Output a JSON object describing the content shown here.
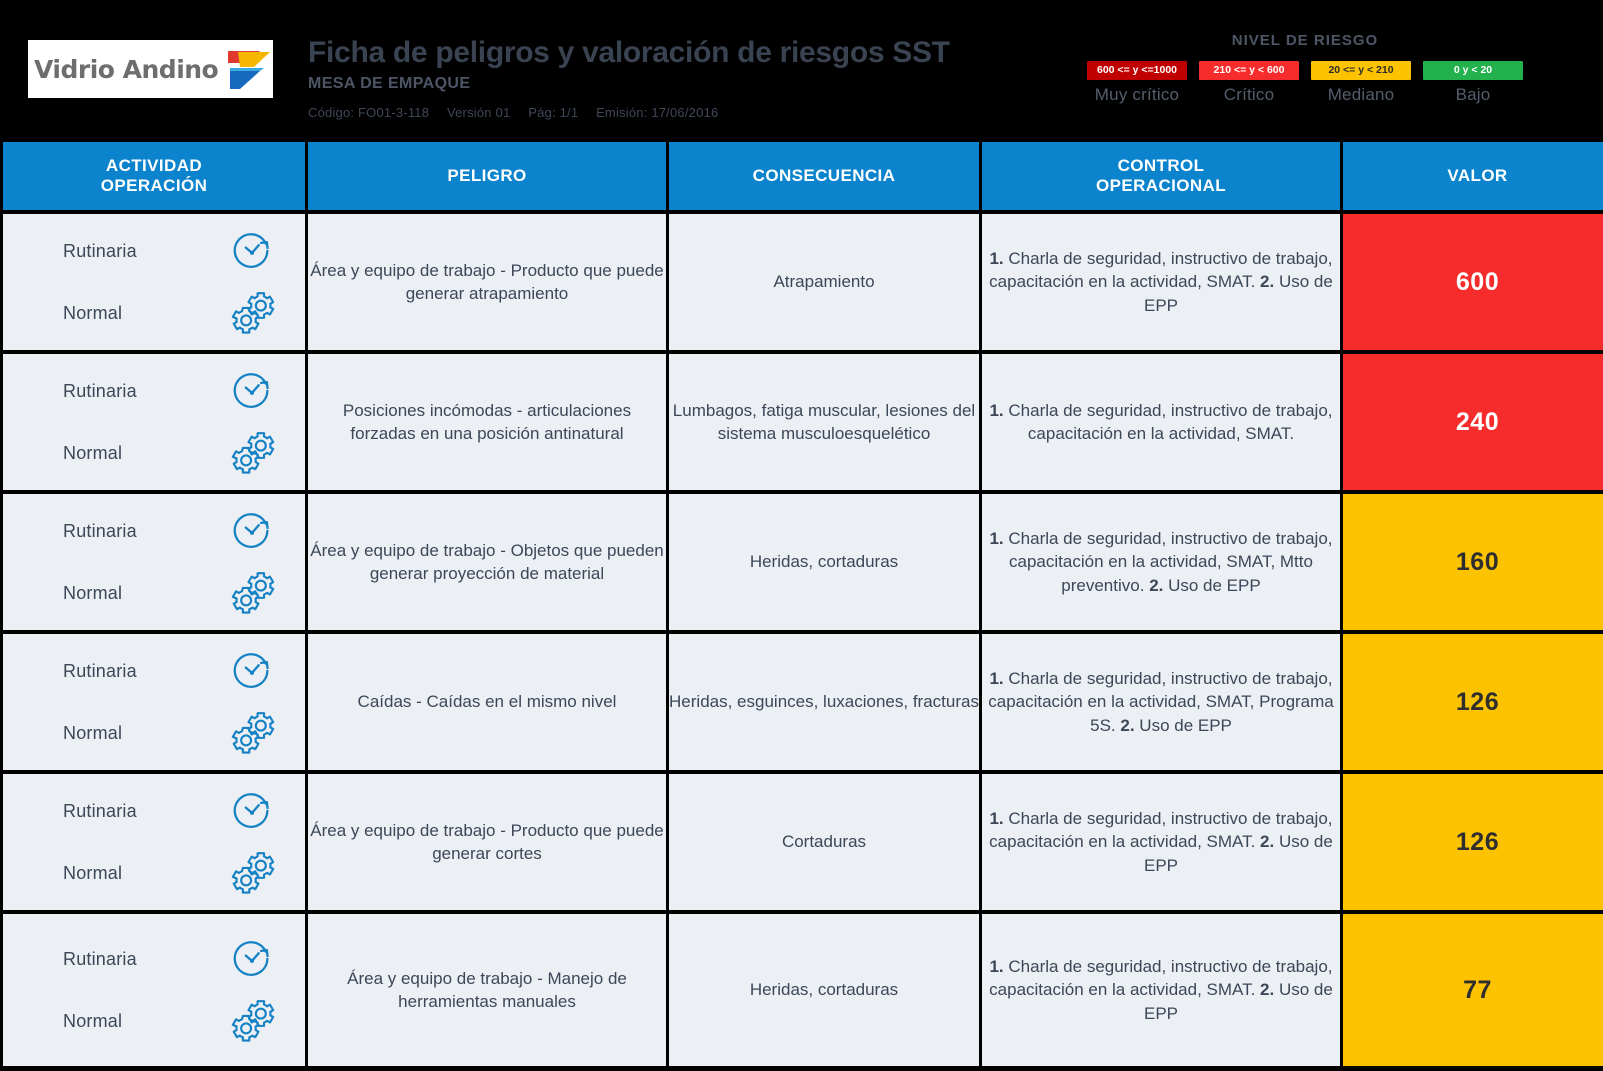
{
  "header": {
    "logo": {
      "brand": "Vidrio Andino",
      "mark_icon": "chevron-arrow-logo-mark"
    },
    "title": "Ficha de peligros y valoración de riesgos SST",
    "subtitle": "MESA DE EMPAQUE",
    "meta": {
      "codigo": "Código: FO01-3-118",
      "version": "Versión 01",
      "pagina": "Pág: 1/1",
      "emision": "Emisión: 17/06/2016"
    }
  },
  "legend": {
    "title": "NIVEL DE RIESGO",
    "items": [
      {
        "range": "600 <= y <=1000",
        "label": "Muy crítico",
        "color": "#c00000",
        "text_color": "#ffffff"
      },
      {
        "range": "210 <= y < 600",
        "label": "Crítico",
        "color": "#f62b2b",
        "text_color": "#ffffff"
      },
      {
        "range": "20 <= y < 210",
        "label": "Mediano",
        "color": "#fec300",
        "text_color": "#2b2b2b"
      },
      {
        "range": "0 y < 20",
        "label": "Bajo",
        "color": "#22b14c",
        "text_color": "#ffffff"
      }
    ]
  },
  "table": {
    "columns": [
      {
        "key": "actividad",
        "label_line1": "ACTIVIDAD",
        "label_line2": "OPERACIÓN"
      },
      {
        "key": "peligro",
        "label_line1": "PELIGRO",
        "label_line2": ""
      },
      {
        "key": "consecuencia",
        "label_line1": "CONSECUENCIA",
        "label_line2": ""
      },
      {
        "key": "control",
        "label_line1": "CONTROL",
        "label_line2": "OPERACIONAL"
      },
      {
        "key": "valor",
        "label_line1": "VALOR",
        "label_line2": ""
      }
    ],
    "rows": [
      {
        "actividad": {
          "rutina": "Rutinaria",
          "rutina_icon": "clock-refresh-icon",
          "condicion": "Normal",
          "condicion_icon": "gears-icon"
        },
        "peligro": "Área y equipo de trabajo - Producto que puede generar atrapamiento",
        "consecuencia": "Atrapamiento",
        "control": [
          {
            "num": "1.",
            "text": " Charla de seguridad, instructivo de trabajo, capacitación en la actividad, SMAT."
          },
          {
            "num": "2.",
            "text": " Uso de EPP"
          }
        ],
        "valor": "600",
        "nivel": "lvl-red"
      },
      {
        "actividad": {
          "rutina": "Rutinaria",
          "rutina_icon": "clock-refresh-icon",
          "condicion": "Normal",
          "condicion_icon": "gears-icon"
        },
        "peligro": "Posiciones incómodas - articulaciones forzadas en una posición antinatural",
        "consecuencia": "Lumbagos, fatiga muscular, lesiones del sistema musculoesquelético",
        "control": [
          {
            "num": "1.",
            "text": " Charla de seguridad, instructivo de trabajo, capacitación en la actividad, SMAT."
          }
        ],
        "valor": "240",
        "nivel": "lvl-red"
      },
      {
        "actividad": {
          "rutina": "Rutinaria",
          "rutina_icon": "clock-refresh-icon",
          "condicion": "Normal",
          "condicion_icon": "gears-icon"
        },
        "peligro": "Área y equipo de trabajo - Objetos que pueden generar proyección de material",
        "consecuencia": "Heridas, cortaduras",
        "control": [
          {
            "num": "1.",
            "text": " Charla de seguridad, instructivo de trabajo, capacitación en la actividad, SMAT, Mtto preventivo."
          },
          {
            "num": "2.",
            "text": " Uso de EPP"
          }
        ],
        "valor": "160",
        "nivel": "lvl-yellow"
      },
      {
        "actividad": {
          "rutina": "Rutinaria",
          "rutina_icon": "clock-refresh-icon",
          "condicion": "Normal",
          "condicion_icon": "gears-icon"
        },
        "peligro": "Caídas - Caídas en el mismo nivel",
        "consecuencia": "Heridas, esguinces, luxaciones, fracturas",
        "control": [
          {
            "num": "1.",
            "text": " Charla de seguridad, instructivo de trabajo, capacitación en la actividad, SMAT, Programa 5S."
          },
          {
            "num": "2.",
            "text": " Uso de EPP"
          }
        ],
        "valor": "126",
        "nivel": "lvl-yellow"
      },
      {
        "actividad": {
          "rutina": "Rutinaria",
          "rutina_icon": "clock-refresh-icon",
          "condicion": "Normal",
          "condicion_icon": "gears-icon"
        },
        "peligro": "Área y equipo de trabajo - Producto que puede generar cortes",
        "consecuencia": "Cortaduras",
        "control": [
          {
            "num": "1.",
            "text": " Charla de seguridad, instructivo de trabajo, capacitación en la actividad, SMAT."
          },
          {
            "num": "2.",
            "text": " Uso de EPP"
          }
        ],
        "valor": "126",
        "nivel": "lvl-yellow"
      },
      {
        "actividad": {
          "rutina": "Rutinaria",
          "rutina_icon": "clock-refresh-icon",
          "condicion": "Normal",
          "condicion_icon": "gears-icon"
        },
        "peligro": "Área y equipo de trabajo - Manejo de herramientas manuales",
        "consecuencia": "Heridas, cortaduras",
        "control": [
          {
            "num": "1.",
            "text": " Charla de seguridad, instructivo de trabajo, capacitación en la actividad, SMAT."
          },
          {
            "num": "2.",
            "text": " Uso de EPP"
          }
        ],
        "valor": "77",
        "nivel": "lvl-yellow"
      }
    ]
  },
  "colors": {
    "header_blue": "#0b84cd",
    "cell_bg": "#eceff3",
    "page_bg": "#000000",
    "text": "#3c4758",
    "icon_blue": "#1481c4"
  }
}
